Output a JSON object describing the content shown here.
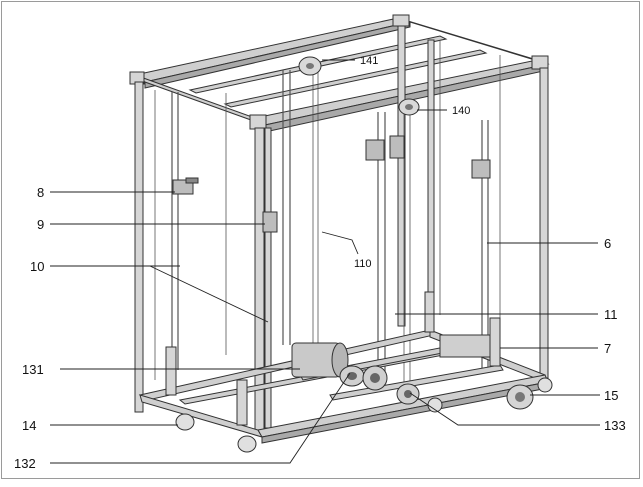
{
  "labels": {
    "l8": "8",
    "l9": "9",
    "l10": "10",
    "l131": "131",
    "l14": "14",
    "l132": "132",
    "l141": "141",
    "l140": "140",
    "l110": "110",
    "l6": "6",
    "l11": "11",
    "l7": "7",
    "l15": "15",
    "l133": "133"
  }
}
